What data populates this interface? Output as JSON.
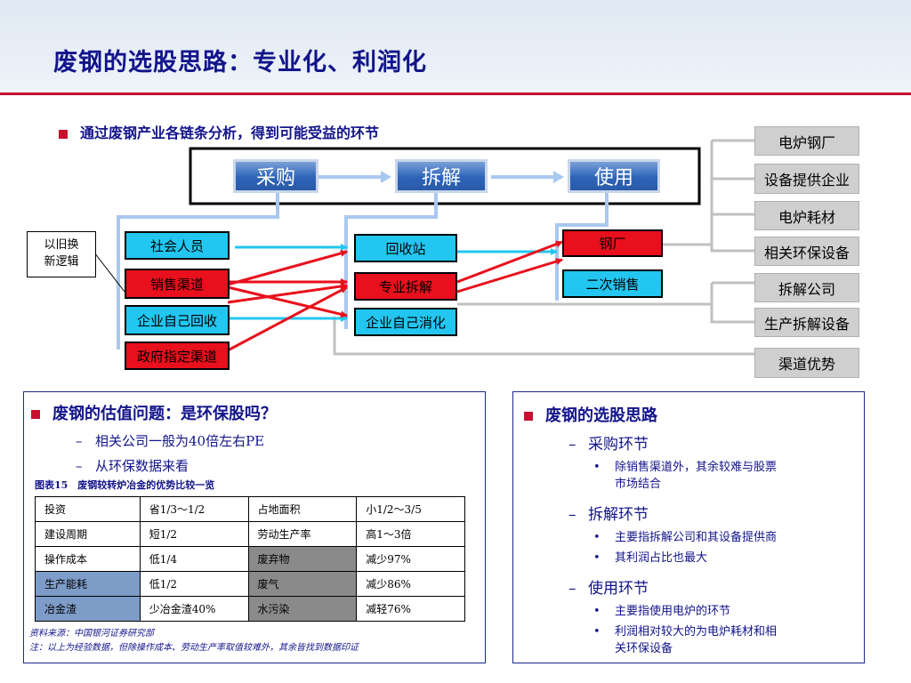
{
  "title": "废钢的选股思路：专业化、利润化",
  "subtitle": "通过废钢产业各链条分析，得到可能受益的环节",
  "diagram": {
    "stages": [
      "采购",
      "拆解",
      "使用"
    ],
    "sources": [
      "社会人员",
      "销售渠道",
      "企业自己回收",
      "政府指定渠道"
    ],
    "processing": [
      "回收站",
      "专业拆解",
      "企业自己消化"
    ],
    "usage": [
      "钢厂",
      "二次销售"
    ],
    "note": [
      "以旧换",
      "新逻辑"
    ],
    "beneficiaries": [
      "电炉钢厂",
      "设备提供企业",
      "电炉耗材",
      "相关环保设备",
      "拆解公司",
      "生产拆解设备",
      "渠道优势"
    ]
  },
  "left_panel": {
    "heading": "废钢的估值问题：是环保股吗？",
    "items": [
      "相关公司一般为40倍左右PE",
      "从环保数据来看"
    ],
    "figure_title": "图表15　废钢较转炉冶金的优势比较一览",
    "table": [
      [
        "投资",
        "省1/3～1/2",
        "占地面积",
        "小1/2～3/5"
      ],
      [
        "建设周期",
        "短1/2",
        "劳动生产率",
        "高1～3倍"
      ],
      [
        "操作成本",
        "低1/4",
        "废弃物",
        "减少97%"
      ],
      [
        "生产能耗",
        "低1/2",
        "废气",
        "减少86%"
      ],
      [
        "冶金渣",
        "少冶金渣40%",
        "水污染",
        "减轻76%"
      ]
    ],
    "source": "资料来源：中国银河证券研究部",
    "footnote": "注：以上为经验数据，但除操作成本、劳动生产率取值较难外，其余皆找到数据印证"
  },
  "right_panel": {
    "heading": "废钢的选股思路",
    "sections": [
      {
        "title": "采购环节",
        "bullets": [
          [
            "除销售渠道外，其余较难与股票",
            "市场结合"
          ]
        ]
      },
      {
        "title": "拆解环节",
        "bullets": [
          [
            "主要指拆解公司和其设备提供商"
          ],
          [
            "其利润占比也最大"
          ]
        ]
      },
      {
        "title": "使用环节",
        "bullets": [
          [
            "主要指使用电炉的环节"
          ],
          [
            "利润相对较大的为电炉耗材和相",
            "关环保设备"
          ]
        ]
      }
    ]
  },
  "colors": {
    "title": "#12148a",
    "accent": "#c8102e",
    "cyan": "#22c6f0",
    "red": "#e8101c",
    "gray": "#cfcfcf",
    "link": "#a9c8f0"
  }
}
